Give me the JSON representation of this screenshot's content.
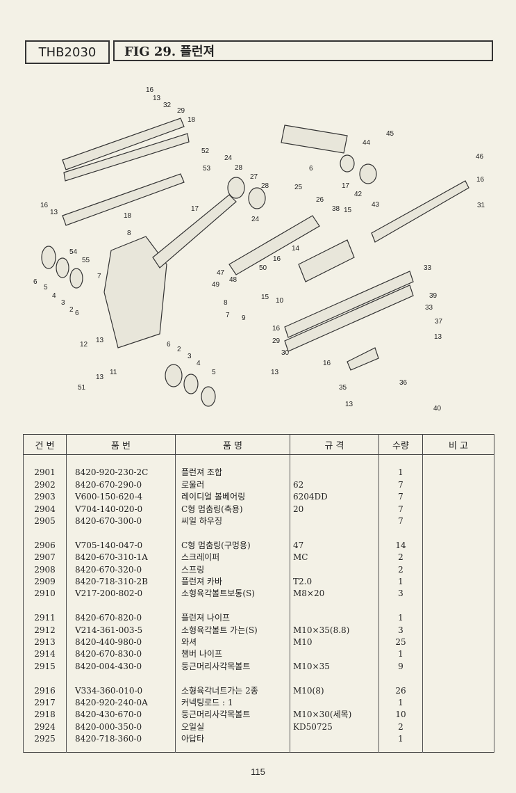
{
  "header": {
    "model": "THB2030",
    "figure_title": "FIG 29. 플런져"
  },
  "diagram": {
    "callouts": [
      "16",
      "13",
      "32",
      "29",
      "18",
      "52",
      "53",
      "16",
      "13",
      "18",
      "17",
      "8",
      "54",
      "55",
      "7",
      "6",
      "5",
      "4",
      "3",
      "2",
      "6",
      "12",
      "13",
      "11",
      "51",
      "13",
      "24",
      "28",
      "27",
      "28",
      "24",
      "25",
      "26",
      "38",
      "15",
      "14",
      "16",
      "50",
      "47",
      "49",
      "48",
      "8",
      "7",
      "9",
      "15",
      "10",
      "6",
      "2",
      "3",
      "4",
      "5",
      "6",
      "17",
      "42",
      "43",
      "44",
      "45",
      "46",
      "16",
      "31",
      "33",
      "39",
      "33",
      "37",
      "13",
      "16",
      "29",
      "30",
      "13",
      "16",
      "35",
      "13",
      "36",
      "40"
    ]
  },
  "table": {
    "headers": [
      "건 번",
      "품 번",
      "품 명",
      "규 격",
      "수량",
      "비 고"
    ],
    "groups": [
      [
        {
          "no": "2901",
          "part": "8420-920-230-2C",
          "name": "플런져 조합",
          "spec": "",
          "qty": "1"
        },
        {
          "no": "2902",
          "part": "8420-670-290-0",
          "name": "로울러",
          "spec": "62",
          "qty": "7"
        },
        {
          "no": "2903",
          "part": "V600-150-620-4",
          "name": "레이디얼 볼베어링",
          "spec": "6204DD",
          "qty": "7"
        },
        {
          "no": "2904",
          "part": "V704-140-020-0",
          "name": "C형 멈춤링(축용)",
          "spec": "20",
          "qty": "7"
        },
        {
          "no": "2905",
          "part": "8420-670-300-0",
          "name": "씨일 하우징",
          "spec": "",
          "qty": "7"
        }
      ],
      [
        {
          "no": "2906",
          "part": "V705-140-047-0",
          "name": "C형 멈춤링(구멍용)",
          "spec": "47",
          "qty": "14"
        },
        {
          "no": "2907",
          "part": "8420-670-310-1A",
          "name": "스크레이퍼",
          "spec": "MC",
          "qty": "2"
        },
        {
          "no": "2908",
          "part": "8420-670-320-0",
          "name": "스프링",
          "spec": "",
          "qty": "2"
        },
        {
          "no": "2909",
          "part": "8420-718-310-2B",
          "name": "플런져 카바",
          "spec": "T2.0",
          "qty": "1"
        },
        {
          "no": "2910",
          "part": "V217-200-802-0",
          "name": "소형육각볼트보통(S)",
          "spec": "M8×20",
          "qty": "3"
        }
      ],
      [
        {
          "no": "2911",
          "part": "8420-670-820-0",
          "name": "플런져 나이프",
          "spec": "",
          "qty": "1"
        },
        {
          "no": "2912",
          "part": "V214-361-003-5",
          "name": "소형육각볼트 가는(S)",
          "spec": "M10×35(8.8)",
          "qty": "3"
        },
        {
          "no": "2913",
          "part": "8420-440-980-0",
          "name": "와셔",
          "spec": "M10",
          "qty": "25"
        },
        {
          "no": "2914",
          "part": "8420-670-830-0",
          "name": "챔버 나이프",
          "spec": "",
          "qty": "1"
        },
        {
          "no": "2915",
          "part": "8420-004-430-0",
          "name": "둥근머리사각목볼트",
          "spec": "M10×35",
          "qty": "9"
        }
      ],
      [
        {
          "no": "2916",
          "part": "V334-360-010-0",
          "name": "소형육각너트가는 2종",
          "spec": "M10(8)",
          "qty": "26"
        },
        {
          "no": "2917",
          "part": "8420-920-240-0A",
          "name": "커넥팅로드 : 1",
          "spec": "",
          "qty": "1"
        },
        {
          "no": "2918",
          "part": "8420-430-670-0",
          "name": "둥근머리사각목볼트",
          "spec": "M10×30(세목)",
          "qty": "10"
        },
        {
          "no": "2924",
          "part": "8420-000-350-0",
          "name": "오일실",
          "spec": "KD50725",
          "qty": "2"
        },
        {
          "no": "2925",
          "part": "8420-718-360-0",
          "name": "아답타",
          "spec": "",
          "qty": "1"
        }
      ]
    ]
  },
  "footer": {
    "page_number": "115"
  }
}
